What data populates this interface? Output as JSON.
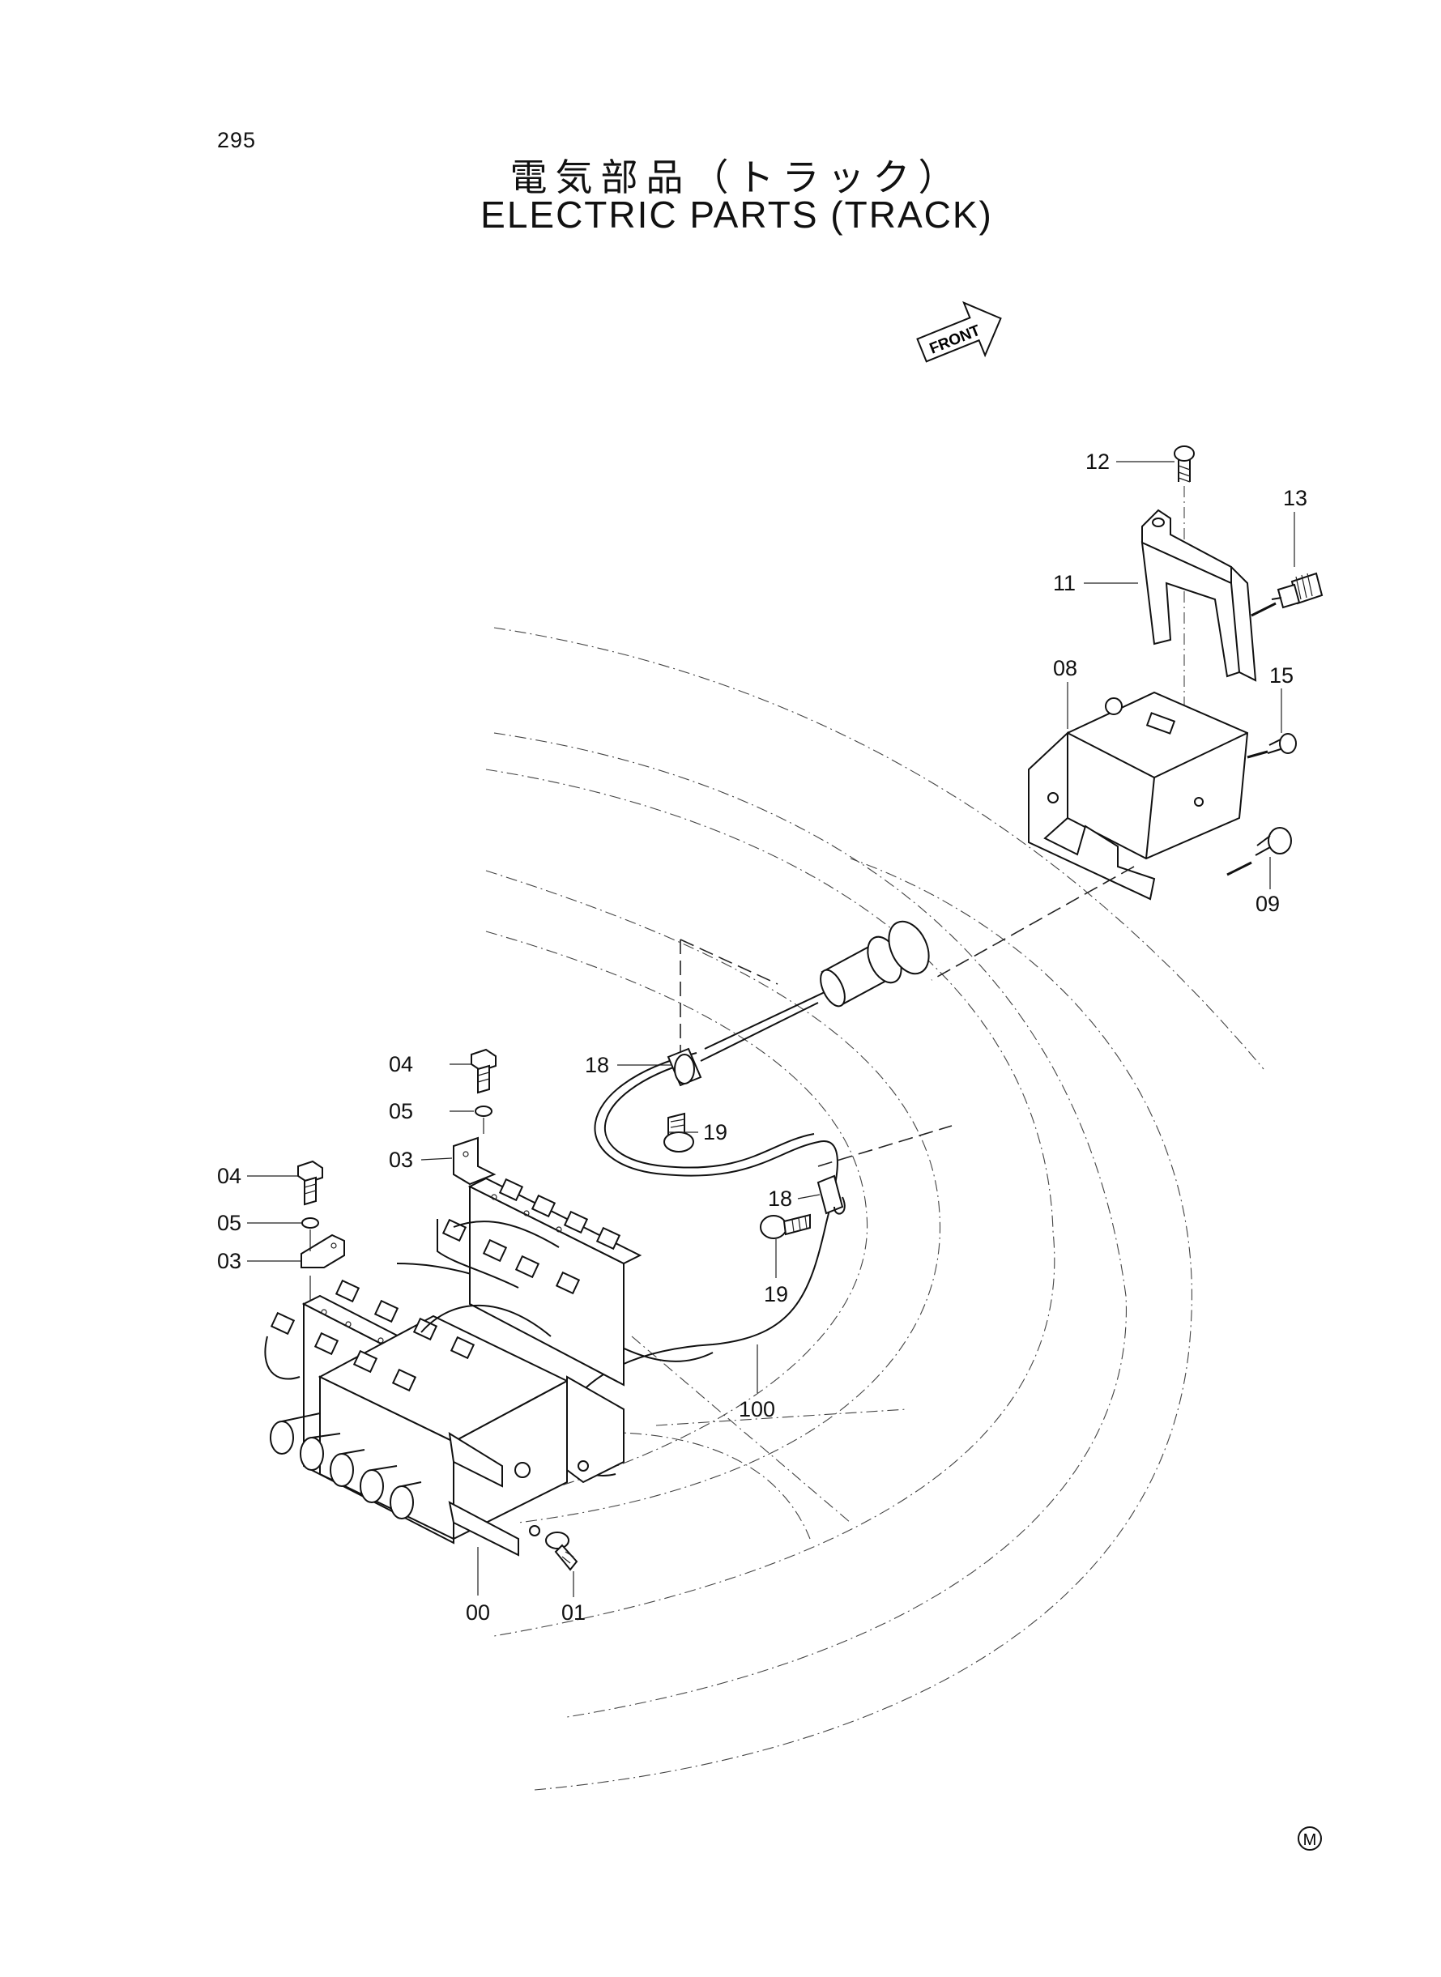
{
  "page_number": "295",
  "title_ja": "電気部品（トラック）",
  "title_en": "ELECTRIC PARTS (TRACK)",
  "front_label": "FRONT",
  "mark": "M",
  "callouts": {
    "c12": "12",
    "c13": "13",
    "c11": "11",
    "c08": "08",
    "c15": "15",
    "c09": "09",
    "c04a": "04",
    "c05a": "05",
    "c03a": "03",
    "c18a": "18",
    "c19a": "19",
    "c04b": "04",
    "c05b": "05",
    "c03b": "03",
    "c18b": "18",
    "c19b": "19",
    "c100": "100",
    "c00": "00",
    "c01": "01"
  }
}
